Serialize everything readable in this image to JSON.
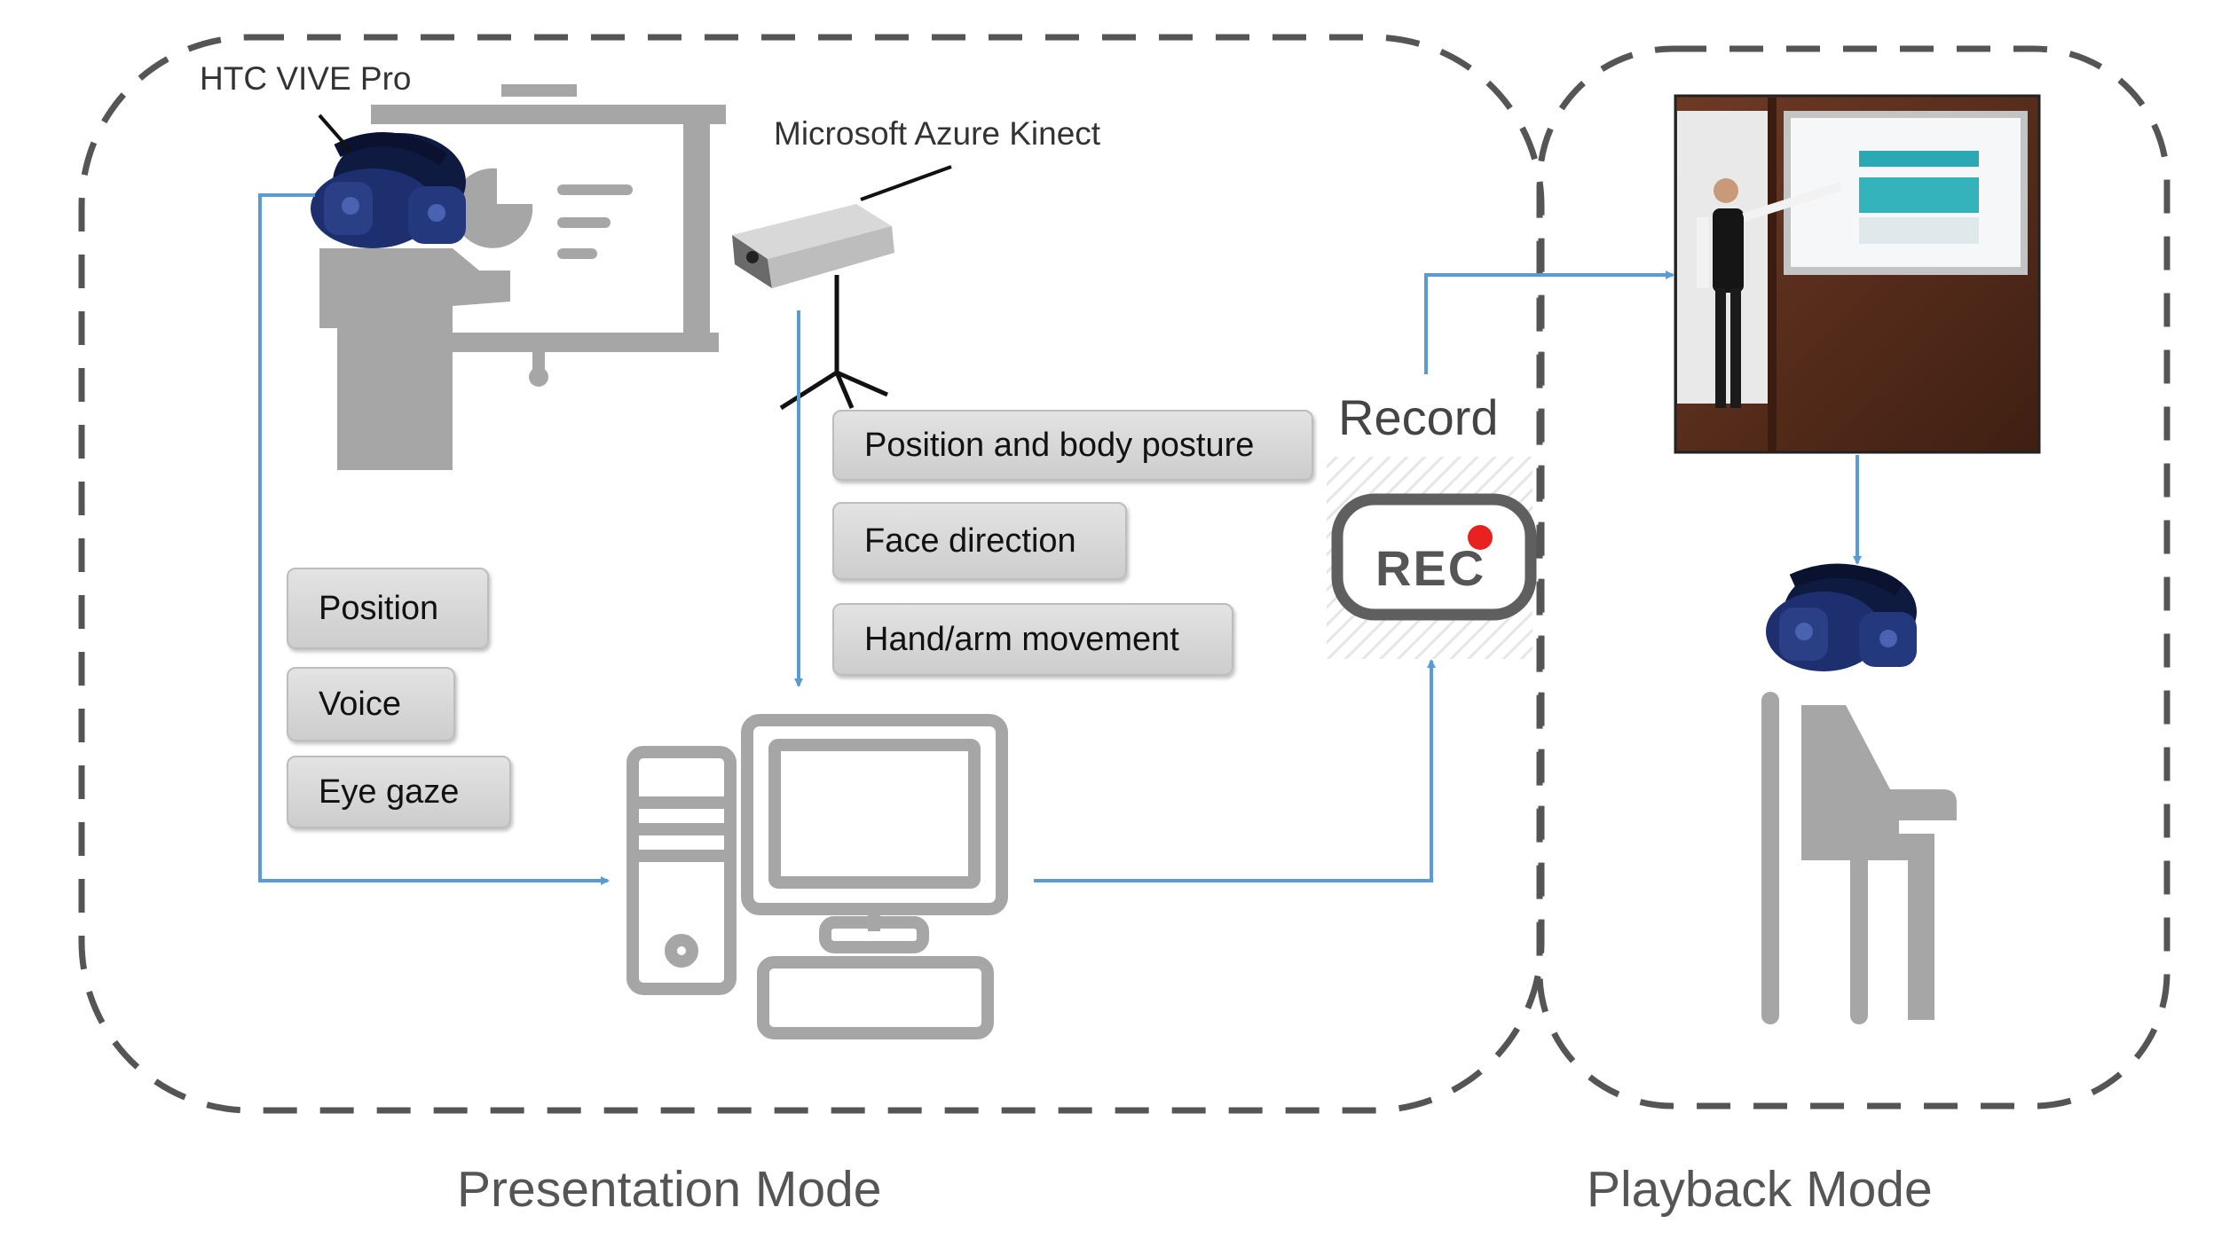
{
  "labels": {
    "headset": "HTC VIVE Pro",
    "kinect": "Microsoft Azure Kinect",
    "record": "Record",
    "rec_badge": "REC",
    "presentation_mode": "Presentation Mode",
    "playback_mode": "Playback Mode"
  },
  "kinect_data": [
    "Position and body posture",
    "Face direction",
    "Hand/arm movement"
  ],
  "headset_data": [
    "Position",
    "Voice",
    "Eye gaze"
  ],
  "colors": {
    "arrow": "#5b9bd5",
    "icon_gray": "#a6a6a6",
    "dash": "#555555",
    "rec_dot": "#e8231f",
    "headset_blue": "#1d2f6e"
  },
  "icons": [
    "vr-headset-icon",
    "presenter-icon",
    "projector-screen-icon",
    "kinect-camera-icon",
    "computer-icon",
    "rec-button-icon",
    "playback-video-icon",
    "seated-viewer-icon"
  ]
}
